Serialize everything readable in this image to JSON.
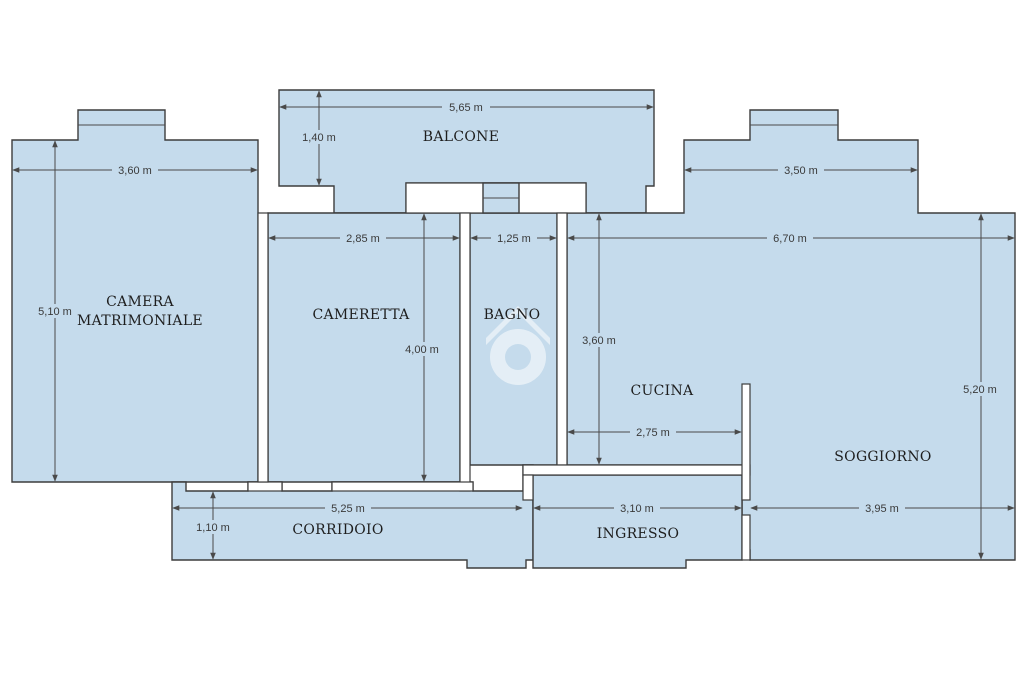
{
  "colors": {
    "room_fill": "#c5dbec",
    "wall": "#3d3d3d",
    "dimension_line": "#4a4a4a",
    "dimension_text": "#3a3a3a",
    "label_text": "#1e1e1e",
    "watermark": "#ffffff"
  },
  "watermark": {
    "icon": "house-logo-icon"
  },
  "rooms": {
    "balcone": "BALCONE",
    "camera_line1": "CAMERA",
    "camera_line2": "MATRIMONIALE",
    "cameretta": "CAMERETTA",
    "bagno": "BAGNO",
    "cucina": "CUCINA",
    "soggiorno": "SOGGIORNO",
    "corridoio": "CORRIDOIO",
    "ingresso": "INGRESSO"
  },
  "dimensions": {
    "balcone_width": "5,65 m",
    "balcone_depth": "1,40 m",
    "camera_width": "3,60 m",
    "camera_depth": "5,10 m",
    "soggiorno_top_width": "3,50 m",
    "cameretta_width": "2,85 m",
    "bagno_width": "1,25 m",
    "living_width": "6,70 m",
    "cameretta_depth": "4,00 m",
    "cucina_depth": "3,60 m",
    "cucina_width": "2,75 m",
    "soggiorno_depth": "5,20 m",
    "corridoio_width": "5,25 m",
    "corridoio_depth": "1,10 m",
    "ingresso_width": "3,10 m",
    "soggiorno_width": "3,95 m"
  }
}
